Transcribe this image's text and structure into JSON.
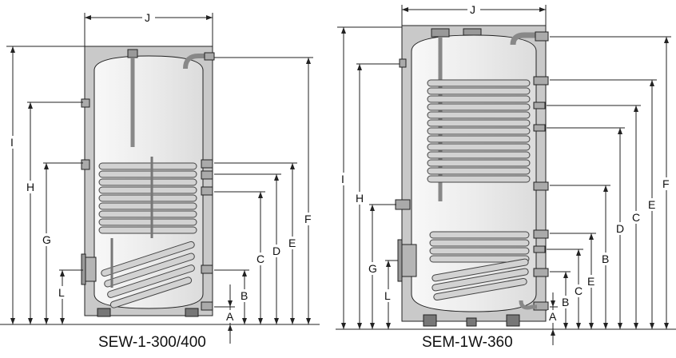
{
  "diagrams": [
    {
      "id": "sew",
      "caption": "SEW-1-300/400",
      "dimensions": {
        "width": "J",
        "A": "A",
        "B": "B",
        "C": "C",
        "D": "D",
        "E": "E",
        "F": "F",
        "G": "G",
        "H": "H",
        "I": "I",
        "L": "L"
      }
    },
    {
      "id": "sem",
      "caption": "SEM-1W-360",
      "dimensions": {
        "width": "J",
        "A": "A",
        "B": "B",
        "C": "C",
        "D": "D",
        "E": "E",
        "F": "F",
        "G": "G",
        "H": "H",
        "I": "I",
        "L": "L"
      }
    }
  ],
  "colors": {
    "casing": "#c9c9c9",
    "tank": "#ededed",
    "coil": "#d2d2d2",
    "line": "#222222"
  }
}
